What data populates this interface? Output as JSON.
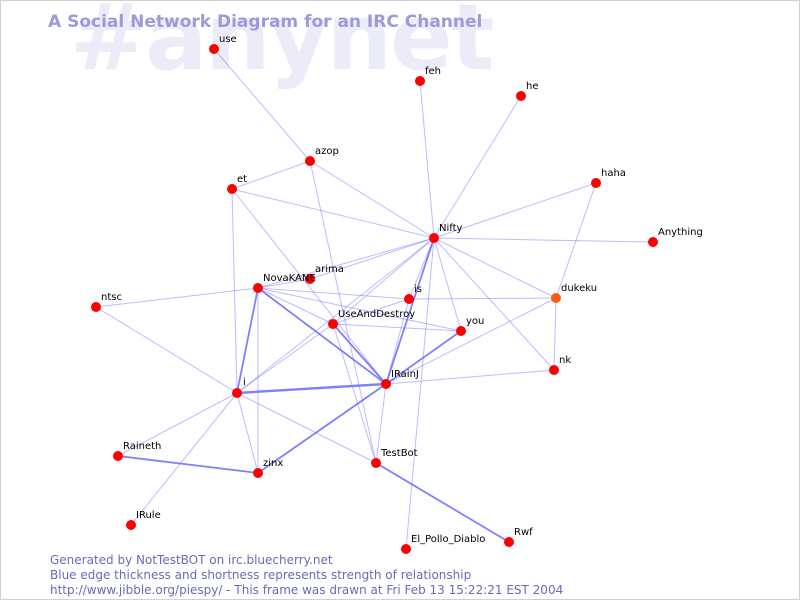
{
  "watermark": "#anynet",
  "title": "A Social Network Diagram for an IRC Channel",
  "footer": {
    "line1": "Generated by NotTestBOT on irc.bluecherry.net",
    "line2": "Blue edge thickness and shortness represents strength of relationship",
    "line3": "http://www.jibble.org/piespy/ - This frame was drawn at Fri Feb 13 15:22:21 EST 2004"
  },
  "colors": {
    "node": "#ff0000",
    "highlight_node": "#ff5a14",
    "edge": "#6a6aff",
    "title": "#9b9bdc",
    "watermark": "#ececf8"
  },
  "nodes": [
    {
      "id": "use",
      "label": "use"
    },
    {
      "id": "feh",
      "label": "feh"
    },
    {
      "id": "he",
      "label": "he"
    },
    {
      "id": "azop",
      "label": "azop"
    },
    {
      "id": "et",
      "label": "et"
    },
    {
      "id": "haha",
      "label": "haha"
    },
    {
      "id": "Nifty",
      "label": "Nifty"
    },
    {
      "id": "Anything",
      "label": "Anything"
    },
    {
      "id": "arima",
      "label": "arima"
    },
    {
      "id": "NovaKANE",
      "label": "NovaKANE"
    },
    {
      "id": "ntsc",
      "label": "ntsc"
    },
    {
      "id": "is",
      "label": "is"
    },
    {
      "id": "dukeku",
      "label": "dukeku",
      "highlight": true
    },
    {
      "id": "UseAndDestroy",
      "label": "UseAndDestroy"
    },
    {
      "id": "you",
      "label": "you"
    },
    {
      "id": "nk",
      "label": "nk"
    },
    {
      "id": "IRainJ",
      "label": "IRainJ"
    },
    {
      "id": "i",
      "label": "i"
    },
    {
      "id": "Raineth",
      "label": "Raineth"
    },
    {
      "id": "zinx",
      "label": "zinx"
    },
    {
      "id": "TestBot",
      "label": "TestBot"
    },
    {
      "id": "IRule",
      "label": "IRule"
    },
    {
      "id": "El_Pollo_Diablo",
      "label": "El_Pollo_Diablo"
    },
    {
      "id": "Rwf",
      "label": "Rwf"
    }
  ],
  "edges": [
    {
      "source": "use",
      "target": "azop",
      "weight": 1
    },
    {
      "source": "feh",
      "target": "Nifty",
      "weight": 1
    },
    {
      "source": "he",
      "target": "Nifty",
      "weight": 1
    },
    {
      "source": "haha",
      "target": "Nifty",
      "weight": 1
    },
    {
      "source": "haha",
      "target": "dukeku",
      "weight": 1
    },
    {
      "source": "Anything",
      "target": "Nifty",
      "weight": 1
    },
    {
      "source": "azop",
      "target": "et",
      "weight": 1
    },
    {
      "source": "azop",
      "target": "Nifty",
      "weight": 1
    },
    {
      "source": "azop",
      "target": "TestBot",
      "weight": 1
    },
    {
      "source": "et",
      "target": "Nifty",
      "weight": 1
    },
    {
      "source": "et",
      "target": "i",
      "weight": 1
    },
    {
      "source": "et",
      "target": "IRainJ",
      "weight": 1
    },
    {
      "source": "Nifty",
      "target": "NovaKANE",
      "weight": 1
    },
    {
      "source": "Nifty",
      "target": "is",
      "weight": 1
    },
    {
      "source": "Nifty",
      "target": "dukeku",
      "weight": 1
    },
    {
      "source": "Nifty",
      "target": "UseAndDestroy",
      "weight": 1
    },
    {
      "source": "Nifty",
      "target": "you",
      "weight": 1
    },
    {
      "source": "Nifty",
      "target": "nk",
      "weight": 1
    },
    {
      "source": "Nifty",
      "target": "IRainJ",
      "weight": 2
    },
    {
      "source": "Nifty",
      "target": "El_Pollo_Diablo",
      "weight": 1
    },
    {
      "source": "Nifty",
      "target": "i",
      "weight": 1
    },
    {
      "source": "NovaKANE",
      "target": "ntsc",
      "weight": 1
    },
    {
      "source": "NovaKANE",
      "target": "is",
      "weight": 1
    },
    {
      "source": "NovaKANE",
      "target": "i",
      "weight": 2
    },
    {
      "source": "NovaKANE",
      "target": "UseAndDestroy",
      "weight": 1
    },
    {
      "source": "NovaKANE",
      "target": "IRainJ",
      "weight": 2
    },
    {
      "source": "NovaKANE",
      "target": "zinx",
      "weight": 1
    },
    {
      "source": "NovaKANE",
      "target": "you",
      "weight": 1
    },
    {
      "source": "ntsc",
      "target": "i",
      "weight": 1
    },
    {
      "source": "is",
      "target": "dukeku",
      "weight": 1
    },
    {
      "source": "is",
      "target": "IRainJ",
      "weight": 1
    },
    {
      "source": "is",
      "target": "UseAndDestroy",
      "weight": 1
    },
    {
      "source": "UseAndDestroy",
      "target": "you",
      "weight": 1
    },
    {
      "source": "UseAndDestroy",
      "target": "IRainJ",
      "weight": 2
    },
    {
      "source": "UseAndDestroy",
      "target": "i",
      "weight": 1
    },
    {
      "source": "UseAndDestroy",
      "target": "TestBot",
      "weight": 1
    },
    {
      "source": "you",
      "target": "IRainJ",
      "weight": 2
    },
    {
      "source": "dukeku",
      "target": "nk",
      "weight": 1
    },
    {
      "source": "dukeku",
      "target": "IRainJ",
      "weight": 1
    },
    {
      "source": "nk",
      "target": "IRainJ",
      "weight": 1
    },
    {
      "source": "IRainJ",
      "target": "i",
      "weight": 3
    },
    {
      "source": "IRainJ",
      "target": "zinx",
      "weight": 2
    },
    {
      "source": "IRainJ",
      "target": "TestBot",
      "weight": 1
    },
    {
      "source": "i",
      "target": "zinx",
      "weight": 1
    },
    {
      "source": "i",
      "target": "Raineth",
      "weight": 1
    },
    {
      "source": "i",
      "target": "IRule",
      "weight": 1
    },
    {
      "source": "i",
      "target": "TestBot",
      "weight": 1
    },
    {
      "source": "Raineth",
      "target": "zinx",
      "weight": 2
    },
    {
      "source": "TestBot",
      "target": "Rwf",
      "weight": 2
    },
    {
      "source": "arima",
      "target": "NovaKANE",
      "weight": 1
    },
    {
      "source": "arima",
      "target": "Nifty",
      "weight": 1
    }
  ]
}
